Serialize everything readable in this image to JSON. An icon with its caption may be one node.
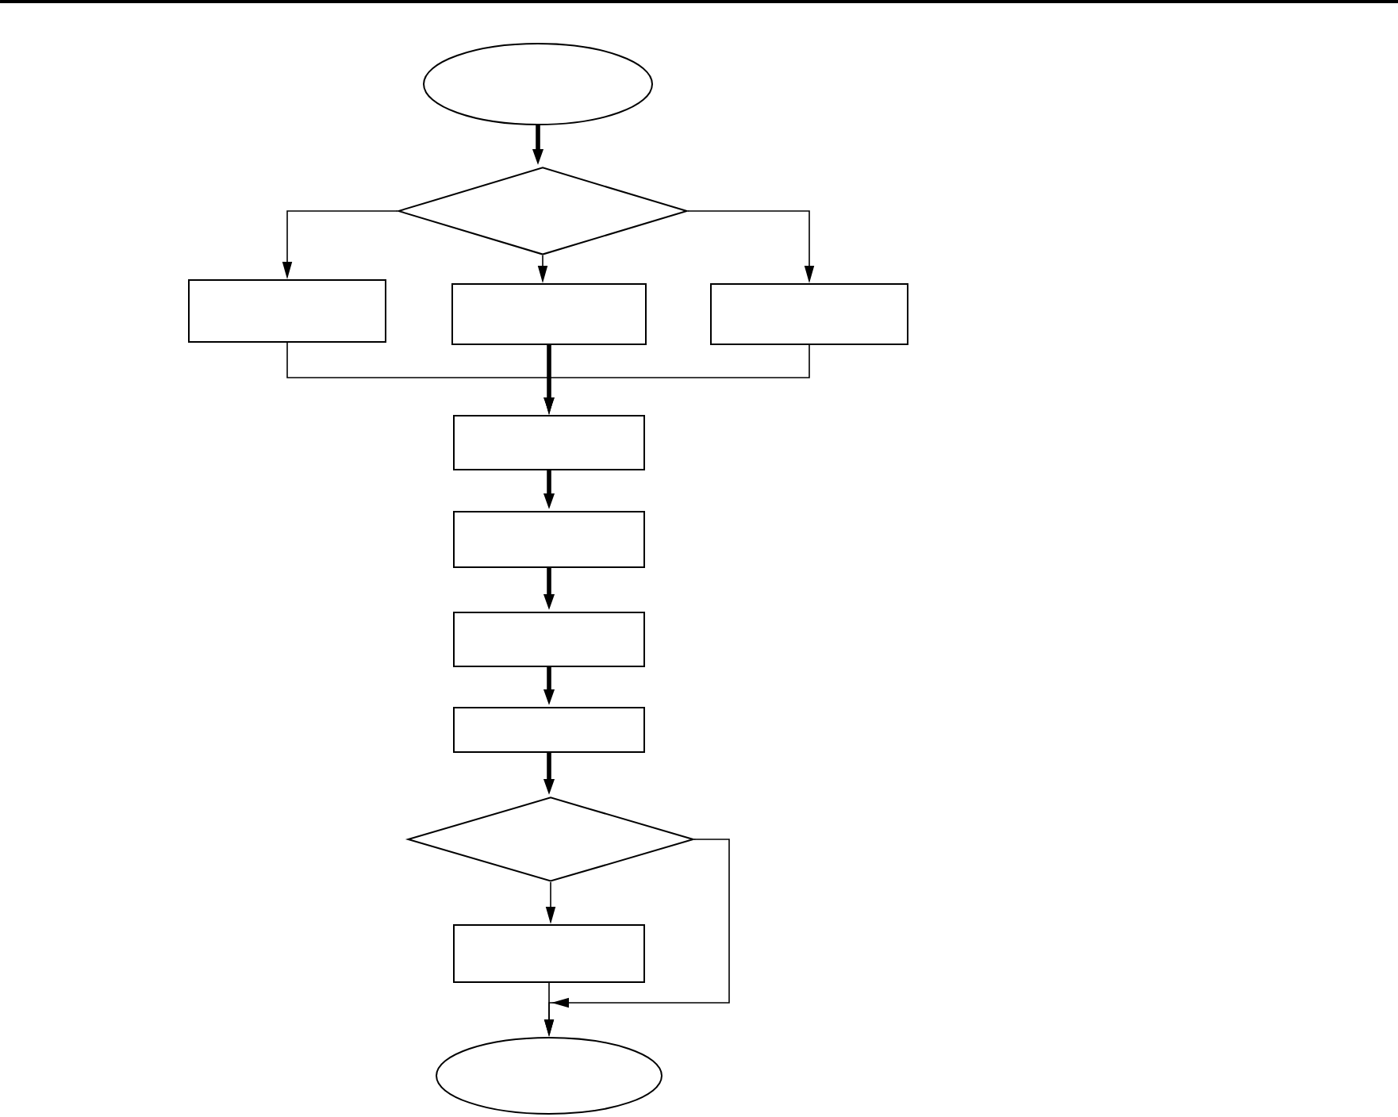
{
  "diagram": {
    "nodes": [
      {
        "text": [],
        "shape": "ellipse"
      },
      {
        "text": [],
        "shape": "diamond"
      },
      {
        "text": [],
        "shape": "box"
      },
      {
        "text": [],
        "shape": "box"
      },
      {
        "text": [],
        "shape": "box"
      },
      {
        "text": [],
        "shape": "box"
      },
      {
        "text": [],
        "shape": "box"
      },
      {
        "text": [],
        "shape": "box"
      },
      {
        "text": [],
        "shape": "box"
      },
      {
        "text": [],
        "shape": "diamond"
      },
      {
        "text": [],
        "shape": "box"
      },
      {
        "text": [],
        "shape": "ellipse"
      }
    ],
    "edges": [
      {
        "from": 0,
        "to": 1,
        "arrow": "to",
        "style": "thick"
      },
      {
        "from": 1,
        "to": 2,
        "arrow": "to"
      },
      {
        "from": 1,
        "to": 3,
        "arrow": "to"
      },
      {
        "from": 1,
        "to": 4,
        "arrow": "to"
      },
      {
        "from": 2,
        "to": 5,
        "arrow": "to"
      },
      {
        "from": 3,
        "to": 5,
        "arrow": "to",
        "style": "thick"
      },
      {
        "from": 4,
        "to": 5,
        "arrow": "to"
      },
      {
        "from": 5,
        "to": 6,
        "arrow": "to",
        "style": "thick"
      },
      {
        "from": 6,
        "to": 7,
        "arrow": "to",
        "style": "thick"
      },
      {
        "from": 7,
        "to": 8,
        "arrow": "to",
        "style": "thick"
      },
      {
        "from": 8,
        "to": 9,
        "arrow": "to",
        "style": "thick"
      },
      {
        "from": 9,
        "to": 10,
        "arrow": "to"
      },
      {
        "from": 9,
        "to": 11,
        "arrow": "to"
      },
      {
        "from": 10,
        "to": 11,
        "arrow": "to"
      }
    ]
  }
}
